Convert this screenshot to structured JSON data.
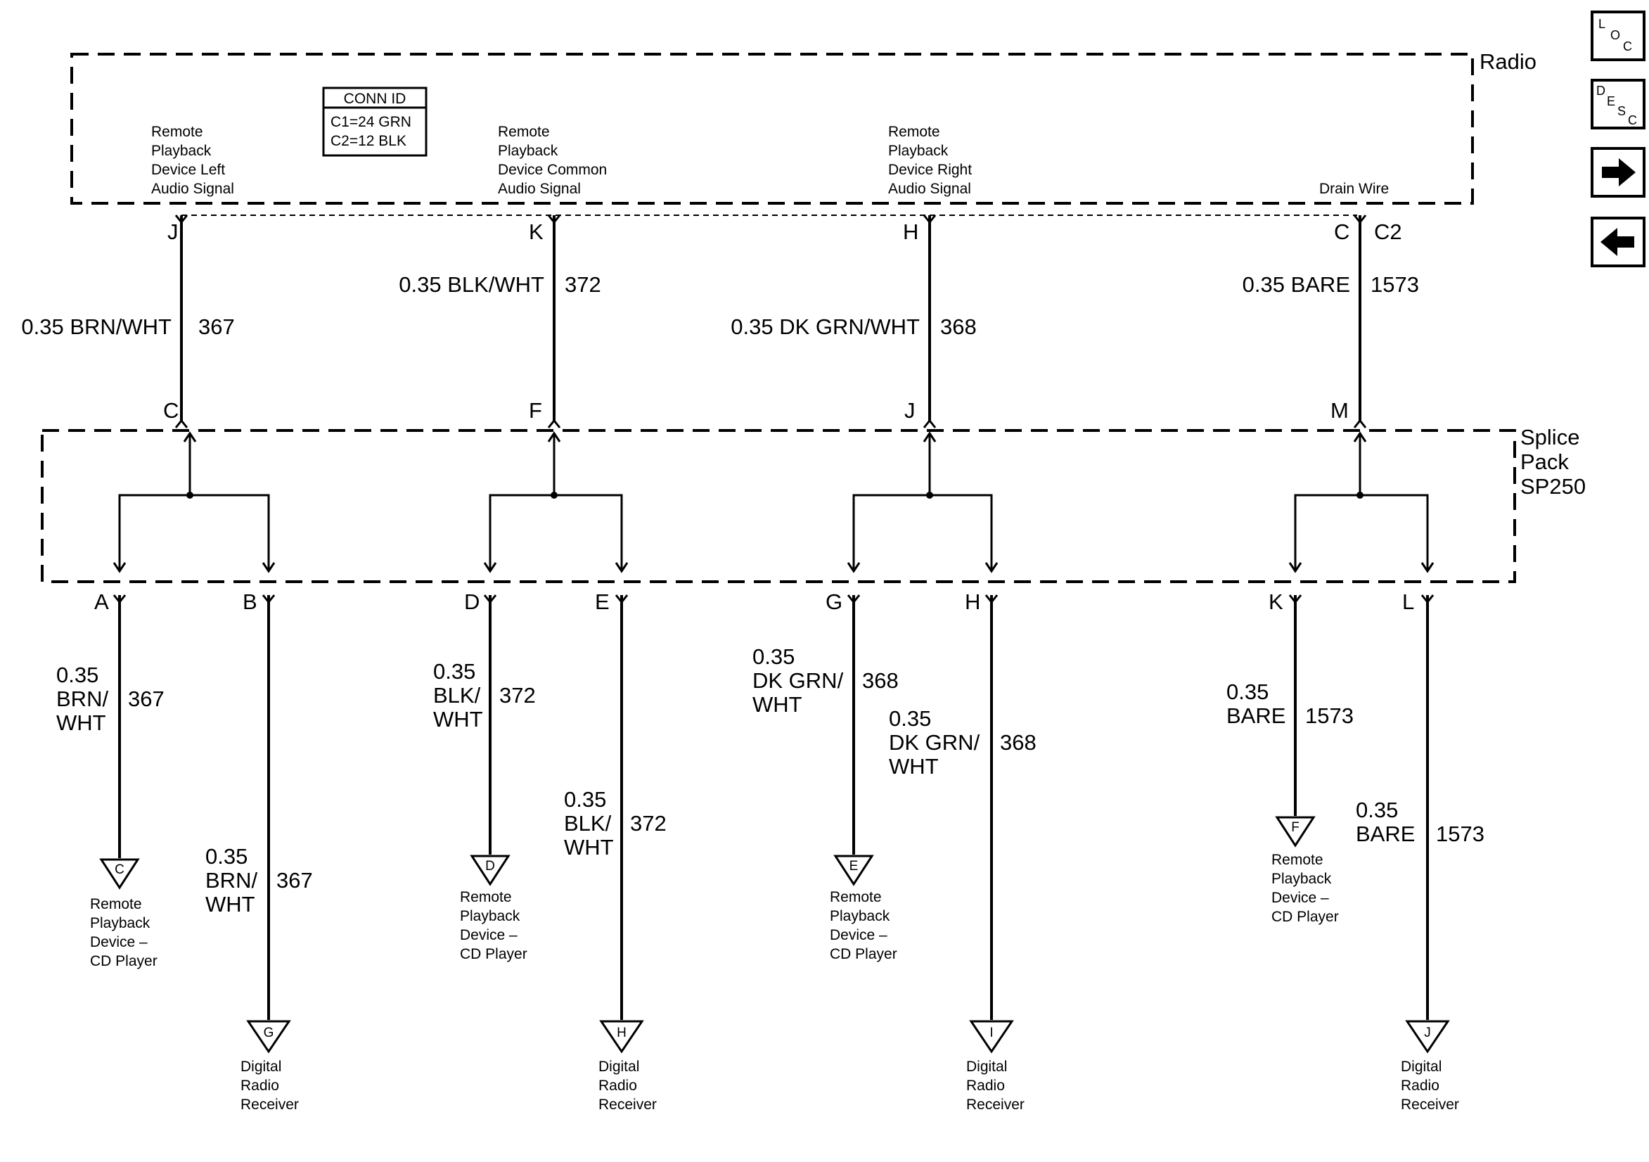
{
  "radio": {
    "title": "Radio",
    "conn_id": {
      "header": "CONN ID",
      "c1": "C1=24 GRN",
      "c2": "C2=12 BLK"
    },
    "signal_left": [
      "Remote",
      "Playback",
      "Device Left",
      "Audio Signal"
    ],
    "signal_common": [
      "Remote",
      "Playback",
      "Device Common",
      "Audio Signal"
    ],
    "signal_right": [
      "Remote",
      "Playback",
      "Device Right",
      "Audio Signal"
    ],
    "drain": "Drain Wire",
    "connector_c2": "C2"
  },
  "radio_pins": [
    "J",
    "K",
    "H",
    "C"
  ],
  "main_wires": [
    {
      "gauge_color": "0.35 BRN/WHT",
      "circuit": "367"
    },
    {
      "gauge_color": "0.35 BLK/WHT",
      "circuit": "372"
    },
    {
      "gauge_color": "0.35 DK GRN/WHT",
      "circuit": "368"
    },
    {
      "gauge_color": "0.35 BARE",
      "circuit": "1573"
    }
  ],
  "splice": {
    "title": [
      "Splice",
      "Pack",
      "SP250"
    ],
    "top_pins": [
      "C",
      "F",
      "J",
      "M"
    ],
    "bottom_pins": [
      "A",
      "B",
      "D",
      "E",
      "G",
      "H",
      "K",
      "L"
    ]
  },
  "branch_wires": [
    {
      "lines": [
        "0.35",
        "BRN/",
        "WHT"
      ],
      "circuit": "367"
    },
    {
      "lines": [
        "0.35",
        "BRN/",
        "WHT"
      ],
      "circuit": "367"
    },
    {
      "lines": [
        "0.35",
        "BLK/",
        "WHT"
      ],
      "circuit": "372"
    },
    {
      "lines": [
        "0.35",
        "BLK/",
        "WHT"
      ],
      "circuit": "372"
    },
    {
      "lines": [
        "0.35",
        "DK GRN/",
        "WHT"
      ],
      "circuit": "368"
    },
    {
      "lines": [
        "0.35",
        "DK GRN/",
        "WHT"
      ],
      "circuit": "368"
    },
    {
      "lines": [
        "0.35",
        "BARE"
      ],
      "circuit": "1573"
    },
    {
      "lines": [
        "0.35",
        "BARE"
      ],
      "circuit": "1573"
    }
  ],
  "destinations": [
    {
      "letter": "C",
      "lines": [
        "Remote",
        "Playback",
        "Device –",
        "CD Player"
      ]
    },
    {
      "letter": "G",
      "lines": [
        "Digital",
        "Radio",
        "Receiver"
      ]
    },
    {
      "letter": "D",
      "lines": [
        "Remote",
        "Playback",
        "Device –",
        "CD Player"
      ]
    },
    {
      "letter": "H",
      "lines": [
        "Digital",
        "Radio",
        "Receiver"
      ]
    },
    {
      "letter": "E",
      "lines": [
        "Remote",
        "Playback",
        "Device –",
        "CD Player"
      ]
    },
    {
      "letter": "I",
      "lines": [
        "Digital",
        "Radio",
        "Receiver"
      ]
    },
    {
      "letter": "F",
      "lines": [
        "Remote",
        "Playback",
        "Device –",
        "CD Player"
      ]
    },
    {
      "letter": "J",
      "lines": [
        "Digital",
        "Radio",
        "Receiver"
      ]
    }
  ],
  "nav": {
    "loc": [
      "L",
      "O",
      "C"
    ],
    "desc": [
      "D",
      "E",
      "S",
      "C"
    ],
    "next_icon": "arrow-right-icon",
    "prev_icon": "arrow-left-icon"
  }
}
